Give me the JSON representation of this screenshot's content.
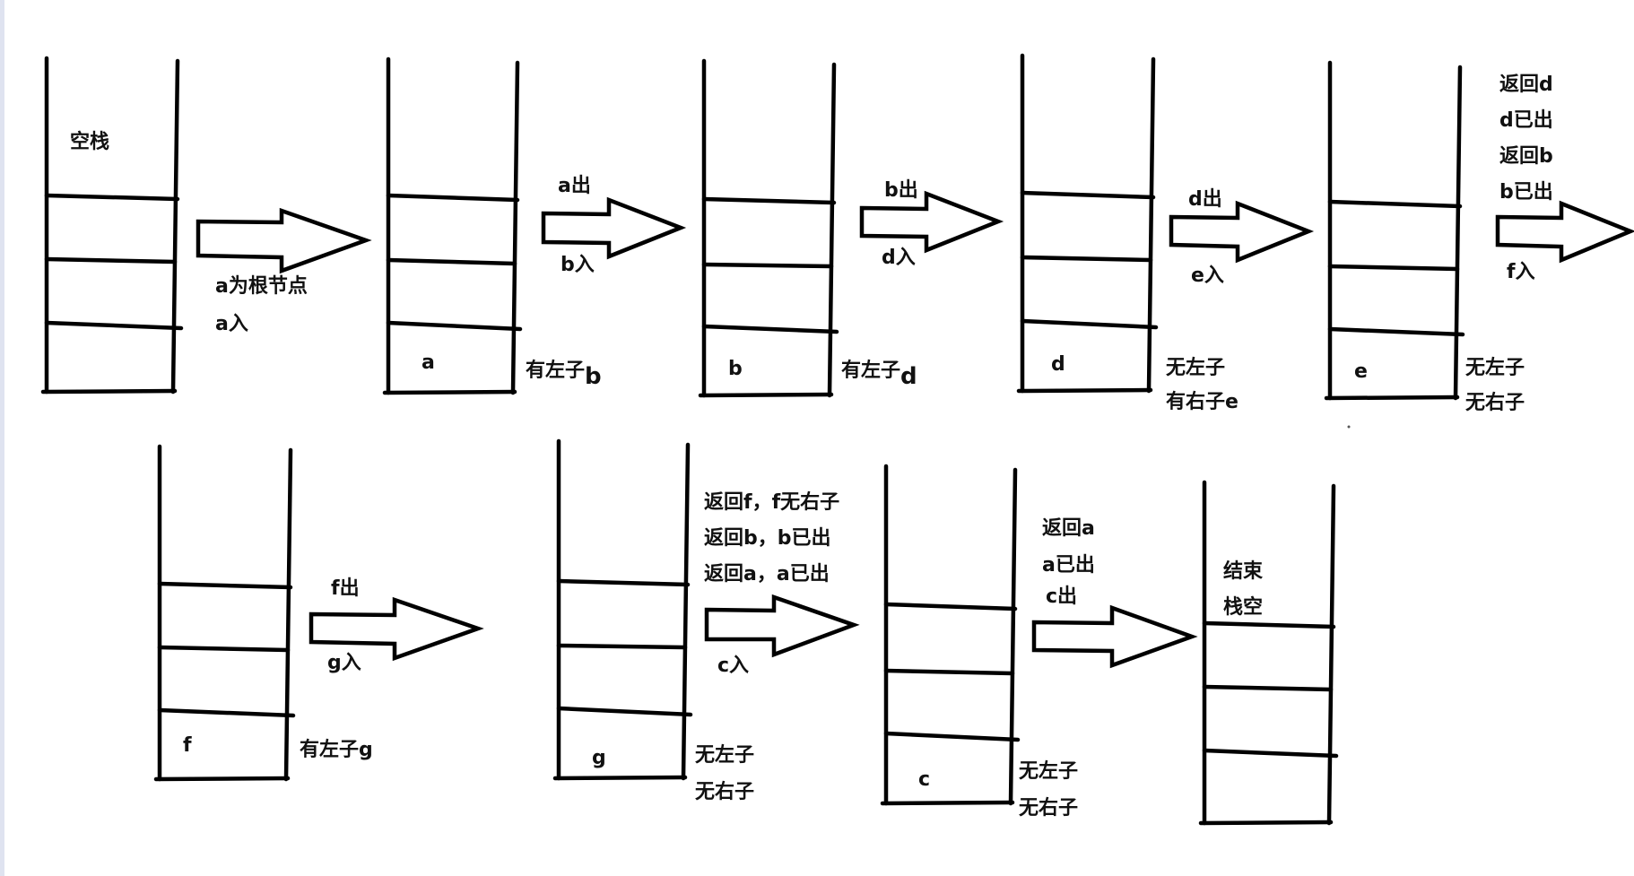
{
  "labels": {
    "s1_empty": "空栈",
    "a1_line1": "a为根节点",
    "a1_line2": "a入",
    "s2_cell": "a",
    "s2_note_main": "有左子",
    "s2_note_sub": "b",
    "a2_top": "a出",
    "a2_bottom": "b入",
    "s3_cell": "b",
    "s3_note_main": "有左子",
    "s3_note_sub": "d",
    "a3_top": "b出",
    "a3_bottom": "d入",
    "s4_cell": "d",
    "s4_note_line1": "无左子",
    "s4_note_line2": "有右子e",
    "a4_top": "d出",
    "a4_bottom": "e入",
    "s5_cell": "e",
    "s5_note_line1": "无左子",
    "s5_note_line2": "无右子",
    "a5_line1": "返回d",
    "a5_line2": "d已出",
    "a5_line3": "返回b",
    "a5_line4": "b已出",
    "a5_bottom": "f入",
    "s6_cell": "f",
    "s6_note": "有左子g",
    "a6_top": "f出",
    "a6_bottom": "g入",
    "s7_cell": "g",
    "s7_note_line1": "无左子",
    "s7_note_line2": "无右子",
    "a7_line1": "返回f，f无右子",
    "a7_line2": "返回b，b已出",
    "a7_line3": "返回a，a已出",
    "a7_bottom": "c入",
    "s8_cell": "c",
    "s8_note_line1": "无左子",
    "s8_note_line2": "无右子",
    "a8_line1": "返回a",
    "a8_line2": "a已出",
    "a8_line3": "c出",
    "s9_line1": "结束",
    "s9_line2": "栈空"
  }
}
